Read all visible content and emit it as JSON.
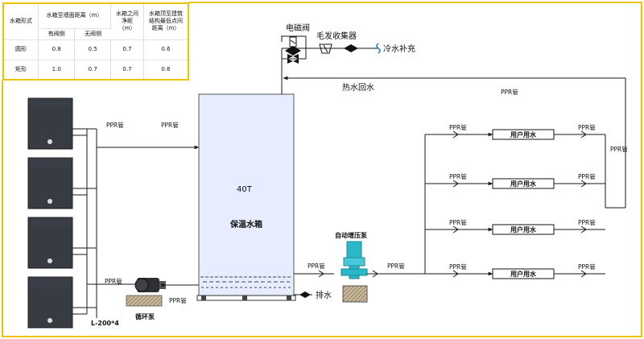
{
  "colors": {
    "border": "#f0c200",
    "pipe": "#1a1a1a",
    "pump": "#29b7c9",
    "tank": "#e8ecff"
  },
  "table": {
    "h_type": "水箱形式",
    "h_wall": "水箱至墙面距离（m）",
    "h_valve": "有阀侧",
    "h_novalve": "无阀侧",
    "h_between": "水箱之间\n净距\n（m）",
    "h_top": "水箱顶至建筑\n结构最低点间\n距离（m）",
    "rows": [
      {
        "type": "圆形",
        "valve": "0.8",
        "novalve": "0.5",
        "between": "0.7",
        "top": "0.6"
      },
      {
        "type": "矩形",
        "valve": "1.0",
        "novalve": "0.7",
        "between": "0.7",
        "top": "0.6"
      }
    ]
  },
  "labels": {
    "solenoid": "电磁阀",
    "collector": "毛发收集器",
    "cold_supply": "冷水补充",
    "hot_return": "热水回水",
    "ppr": "PPR管",
    "tank_capacity": "40T",
    "tank_name": "保温水箱",
    "booster_pump": "自动增压泵",
    "drain": "排水",
    "circ_pump": "循环泵",
    "units": "L-200*4",
    "user": "用户用水"
  }
}
